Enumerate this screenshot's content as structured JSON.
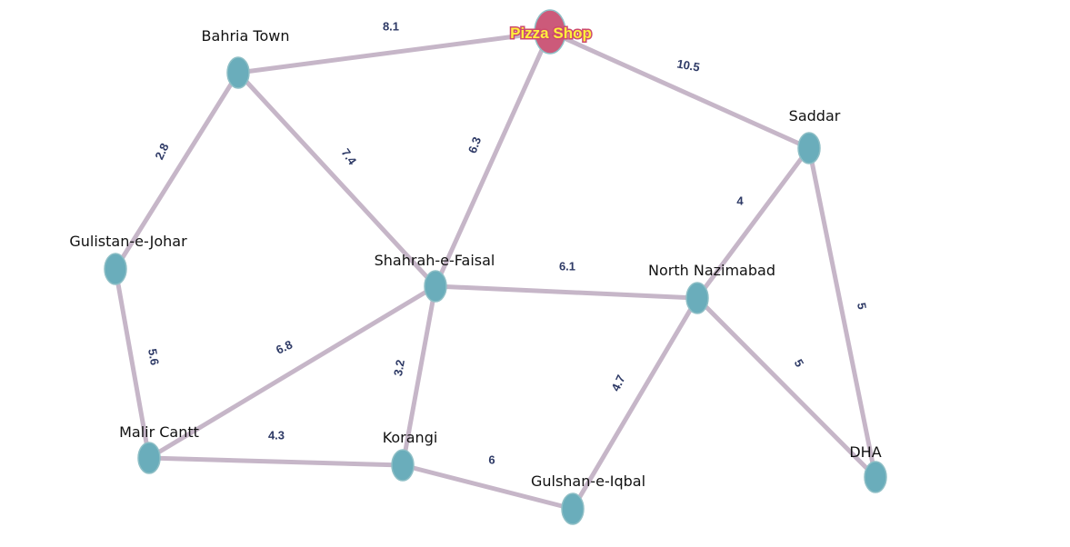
{
  "colors": {
    "edge": "#c6b6c8",
    "node": "#6aadbb",
    "shop_node": "#cc5a7a",
    "shop_label_fill": "#ffef3c",
    "weight_text": "#2e3a66"
  },
  "nodes": [
    {
      "id": "pizza",
      "label": "Pizza Shop",
      "type": "shop"
    },
    {
      "id": "bahria",
      "label": "Bahria Town"
    },
    {
      "id": "saddar",
      "label": "Saddar"
    },
    {
      "id": "gulistan",
      "label": "Gulistan-e-Johar"
    },
    {
      "id": "faisal",
      "label": "Shahrah-e-Faisal"
    },
    {
      "id": "nazimabad",
      "label": "North Nazimabad"
    },
    {
      "id": "malir",
      "label": "Malir Cantt"
    },
    {
      "id": "korangi",
      "label": "Korangi"
    },
    {
      "id": "gulshan",
      "label": "Gulshan-e-Iqbal"
    },
    {
      "id": "dha",
      "label": "DHA"
    }
  ],
  "edges": [
    {
      "from": "bahria",
      "to": "pizza",
      "weight": "8.1"
    },
    {
      "from": "pizza",
      "to": "saddar",
      "weight": "10.5"
    },
    {
      "from": "pizza",
      "to": "faisal",
      "weight": "6.3"
    },
    {
      "from": "bahria",
      "to": "gulistan",
      "weight": "2.8"
    },
    {
      "from": "bahria",
      "to": "faisal",
      "weight": "7.4"
    },
    {
      "from": "saddar",
      "to": "nazimabad",
      "weight": "4"
    },
    {
      "from": "saddar",
      "to": "dha",
      "weight": "5"
    },
    {
      "from": "faisal",
      "to": "nazimabad",
      "weight": "6.1"
    },
    {
      "from": "gulistan",
      "to": "malir",
      "weight": "5.6"
    },
    {
      "from": "faisal",
      "to": "malir",
      "weight": "6.8"
    },
    {
      "from": "faisal",
      "to": "korangi",
      "weight": "3.2"
    },
    {
      "from": "malir",
      "to": "korangi",
      "weight": "4.3"
    },
    {
      "from": "korangi",
      "to": "gulshan",
      "weight": "6"
    },
    {
      "from": "nazimabad",
      "to": "gulshan",
      "weight": "4.7"
    },
    {
      "from": "nazimabad",
      "to": "dha",
      "weight": "5"
    }
  ]
}
